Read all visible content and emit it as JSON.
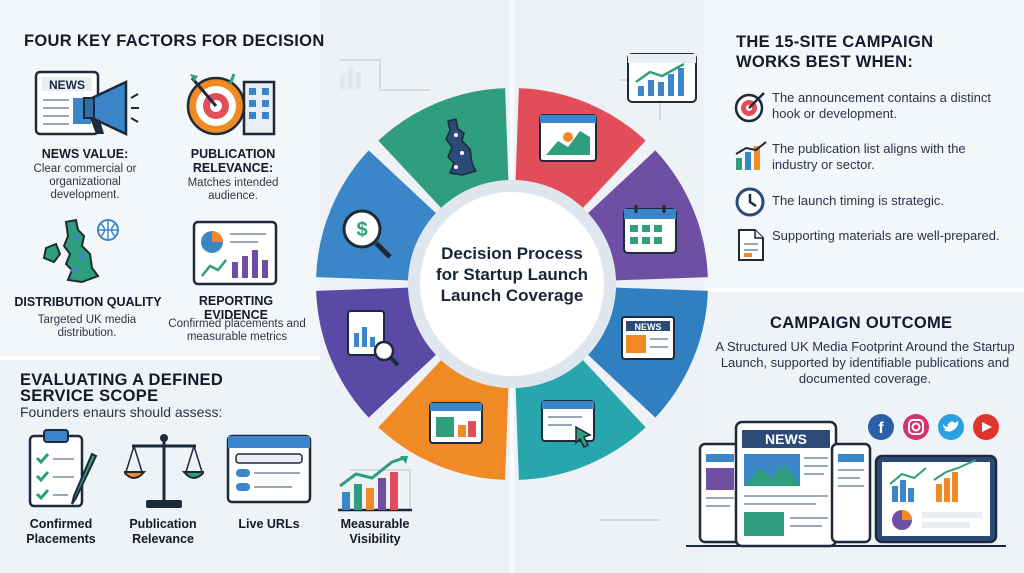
{
  "factors_section": {
    "title": "FOUR KEY FACTORS FOR DECISION",
    "factors": [
      {
        "title": "NEWS VALUE:",
        "desc": "Clear commercial or organizational development.",
        "badge": "NEWS"
      },
      {
        "title": "PUBLICATION RELEVANCE:",
        "desc": "Matches intended audience."
      },
      {
        "title": "DISTRIBUTION QUALITY",
        "desc": "Targeted UK media distribution."
      },
      {
        "title": "REPORTING EVIDENCE",
        "desc": "Confirmed placements and measurable metrics"
      }
    ]
  },
  "scope_section": {
    "title": "EVALUATING A DEFINED SERVICE SCOPE",
    "subtitle": "Founders enaurs should assess:",
    "items": [
      {
        "label": "Confirmed Placements",
        "icon": "checklist-clipboard-icon"
      },
      {
        "label": "Publication Relevance",
        "icon": "balance-scale-icon"
      },
      {
        "label": "Live URLs",
        "icon": "browser-links-icon"
      },
      {
        "label": "Measurable Visibility",
        "icon": "growth-chart-icon"
      }
    ]
  },
  "wheel": {
    "center_text": "Decision Process for Startup Launch Launch Coverage",
    "colors": [
      "#3a86c8",
      "#2e9e7c",
      "#e24d5a",
      "#6e4fa3",
      "#2f7fc1",
      "#27a6ad",
      "#f08a24",
      "#5a4aa6"
    ]
  },
  "conditions_section": {
    "title": "THE 15-SITE CAMPAIGN WORKS BEST WHEN:",
    "items": [
      {
        "text": "The announcement contains a distinct hook or development.",
        "icon": "target-icon"
      },
      {
        "text": "The publication list aligns with the industry or sector.",
        "icon": "bar-chart-icon"
      },
      {
        "text": "The launch timing is strategic.",
        "icon": "clock-icon"
      },
      {
        "text": "Supporting materials are well-prepared.",
        "icon": "document-icon"
      }
    ]
  },
  "outcome_section": {
    "title": "CAMPAIGN OUTCOME",
    "text": "A Structured UK Media Footprint Around the Startup Launch, supported by identifiable publications and documented coverage.",
    "news_badge": "NEWS",
    "social_icons": [
      "facebook-icon",
      "instagram-icon",
      "twitter-icon",
      "youtube-icon"
    ]
  }
}
